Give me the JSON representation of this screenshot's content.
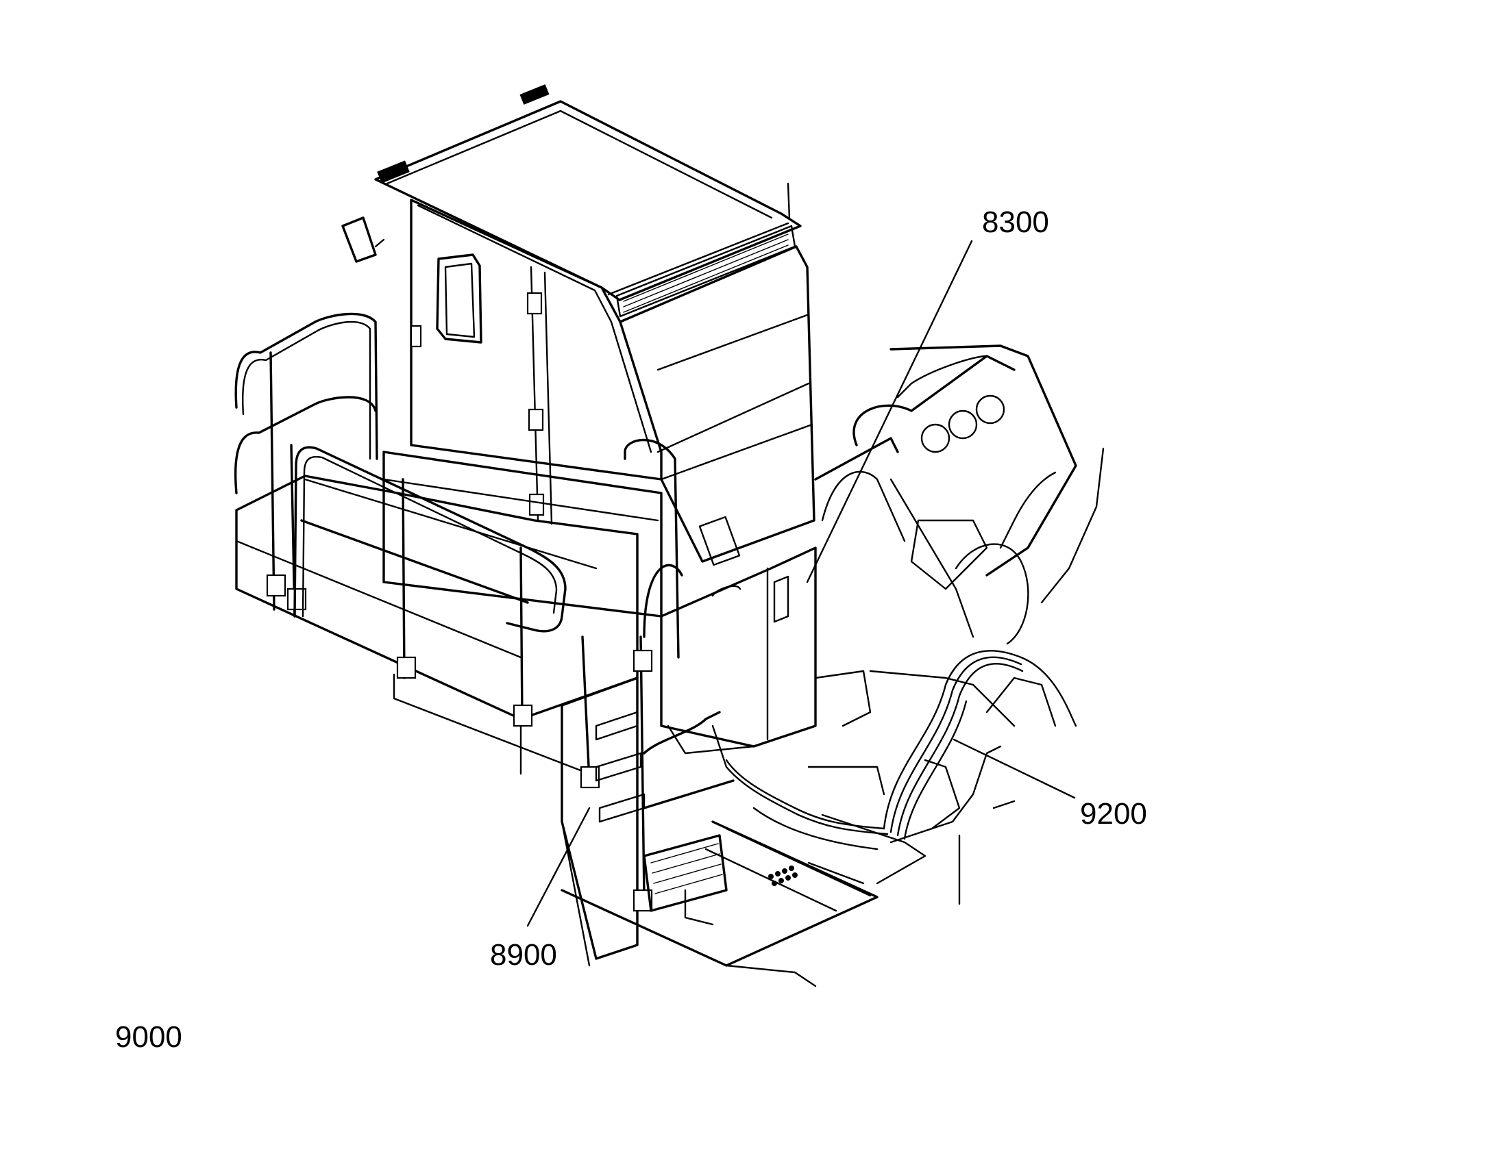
{
  "callouts": {
    "c8300": "8300",
    "c9200": "9200",
    "c8900": "8900",
    "c9000": "9000"
  },
  "colors": {
    "line": "#000000",
    "background": "#ffffff"
  }
}
